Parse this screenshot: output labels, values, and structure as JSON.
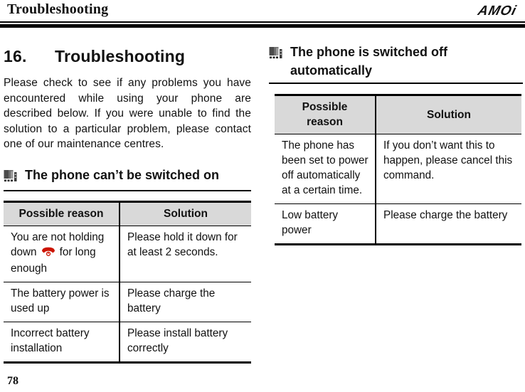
{
  "header": {
    "title": "Troubleshooting",
    "logo": "AMOi"
  },
  "left": {
    "section_number": "16.",
    "section_title": "Troubleshooting",
    "intro": "Please check to see if any problems you have encountered while using your phone are described below. If you were unable to find the solution to a particular problem, please contact one of our maintenance centres.",
    "subsection_title": "The phone can’t be switched on",
    "table": {
      "headers": [
        "Possible reason",
        "Solution"
      ],
      "rows": [
        {
          "reason_pre": "You are not holding down",
          "reason_icon": "end-call-key-icon",
          "reason_post": "for long enough",
          "solution": "Please hold it down for at least 2 seconds."
        },
        {
          "reason": "The battery power is used up",
          "solution": "Please charge the battery"
        },
        {
          "reason": "Incorrect battery installation",
          "solution": "Please install battery correctly"
        }
      ]
    }
  },
  "right": {
    "subsection_title": "The phone is switched off automatically",
    "table": {
      "headers": [
        "Possible reason",
        "Solution"
      ],
      "rows": [
        {
          "reason": "The phone has been set to power off automatically at a certain time.",
          "solution": "If you don’t want this to happen, please cancel this command."
        },
        {
          "reason": "Low battery power",
          "solution": "Please charge the battery"
        }
      ]
    }
  },
  "footer": {
    "page_number": "78"
  },
  "colors": {
    "table_header_bg": "#d9d9d9",
    "rule_black": "#000000",
    "end_key_red": "#cc1400"
  }
}
